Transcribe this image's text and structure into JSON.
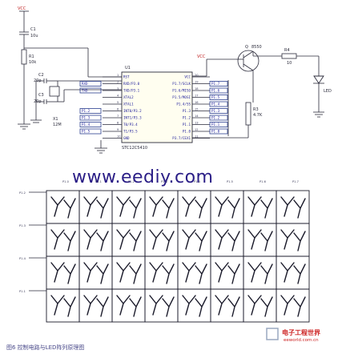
{
  "schematic": {
    "vcc_top": "VCC",
    "vcc_mid": "VCC",
    "c1_label": "C1",
    "c1_value": "10u",
    "r1_label": "R1",
    "r1_value": "10k",
    "c2_label": "C2",
    "c3_label": "C3",
    "c2_value": "20p",
    "c3_value": "20p",
    "x1_label": "X1",
    "x1_value": "12M",
    "u1_label": "U1",
    "u1_part": "STC12C5410",
    "q_label": "Q",
    "q_part": "8550",
    "r4_label": "R4",
    "r4_value": "10",
    "r3_label": "R3",
    "r3_value": "4.7K",
    "led_label": "LED",
    "left_pins": [
      "RST",
      "RXD/P3.0",
      "TXD/P3.1",
      "XTAL2",
      "XTAL1",
      "INT0/P3.2",
      "INT1/P3.3",
      "T0/P3.4",
      "T1/P3.5",
      "GND"
    ],
    "left_nets": [
      "",
      "RXD",
      "TXD",
      "",
      "",
      "P1.2",
      "P1.3",
      "P1.4",
      "P1.5",
      ""
    ],
    "left_nums": [
      "1",
      "2",
      "3",
      "4",
      "5",
      "6",
      "7",
      "8",
      "9",
      "10"
    ],
    "right_pins": [
      "VCC",
      "P1.7/SCLK",
      "P1.6/MISO",
      "P1.5/MOSI",
      "P1.4/SS",
      "P1.3",
      "P1.2",
      "P1.1",
      "P1.0",
      "P3.7/CEX1"
    ],
    "right_nums": [
      "20",
      "19",
      "18",
      "17",
      "16",
      "15",
      "14",
      "13",
      "12",
      "11"
    ],
    "right_nets": [
      "",
      "P1.7",
      "P1.6",
      "P1.5",
      "P1.4",
      "P1.3",
      "P1.2",
      "P1.1",
      "P1.0",
      ""
    ]
  },
  "matrix": {
    "top_nets": [
      "P1.0",
      "P1.1",
      "P1.2",
      "P1.3",
      "P1.4",
      "P1.5",
      "P1.6",
      "P1.7"
    ],
    "row_nets": [
      "P1.2",
      "P1.3",
      "P1.4",
      "P1.1"
    ],
    "rows": 4,
    "cols": 8
  },
  "watermark": "www.eediy.com",
  "caption": "图6 控制电路与LED阵列原理图",
  "brand": {
    "name": "电子工程世界",
    "url": "eeworld.com.cn"
  },
  "colors": {
    "wire": "#2a2a3a",
    "net_blue": "#2b3f8f",
    "watermark": "#2a1d86",
    "brand_red": "#cc2020",
    "ic_fill": "#fffef0"
  }
}
